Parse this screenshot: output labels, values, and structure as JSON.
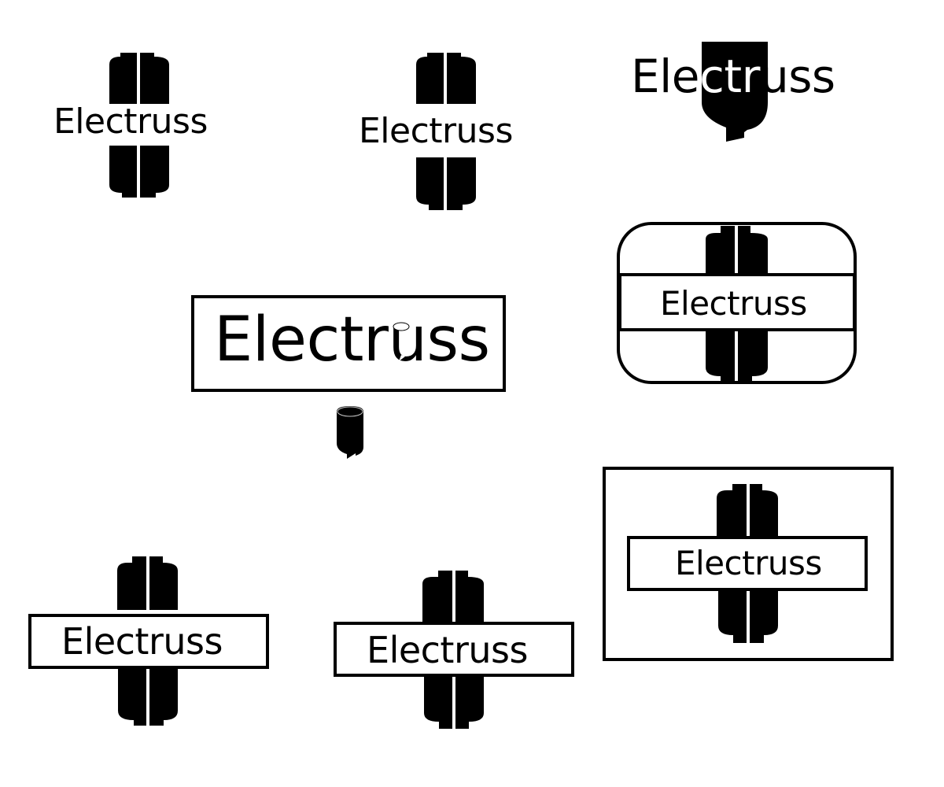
{
  "sheet": {
    "brand_name": "Electruss",
    "ink_color": "#000000",
    "paper_color": "#ffffff",
    "logos": [
      {
        "variant": "plug-cross-plain",
        "text": "Electruss"
      },
      {
        "variant": "plug-cross-plain-alt",
        "text": "Electruss"
      },
      {
        "variant": "plug-shield-behind-text",
        "text": "Electruss"
      },
      {
        "variant": "boxed-wordmark-with-plug-u",
        "text": "Electruss"
      },
      {
        "variant": "rounded-badge-band",
        "text": "Electruss"
      },
      {
        "variant": "plug-cross-boxed-text",
        "text": "Electruss"
      },
      {
        "variant": "plug-cross-boxed-text-alt",
        "text": "Electruss"
      },
      {
        "variant": "framed-plug-cross",
        "text": "Electruss"
      }
    ],
    "standalone_icon": "plug-tip-icon"
  }
}
